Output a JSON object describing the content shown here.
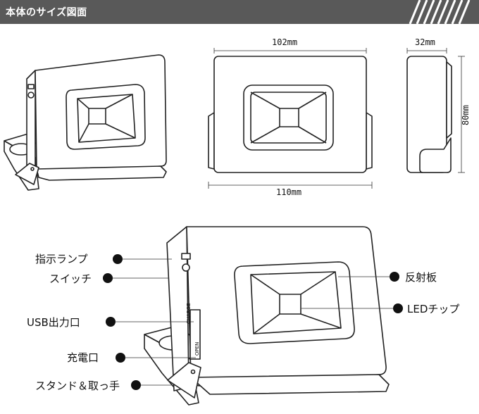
{
  "header": {
    "title": "本体のサイズ図面"
  },
  "dimensions": {
    "width_top": "102mm",
    "width_bottom": "110mm",
    "depth": "32mm",
    "height": "80mm"
  },
  "callouts": {
    "indicator_lamp": "指示ランプ",
    "switch": "スイッチ",
    "usb_port": "USB出力口",
    "charge_port": "充電口",
    "stand_handle": "スタンド＆取っ手",
    "reflector": "反射板",
    "led_chip": "LEDチップ"
  },
  "side_panel": {
    "text_1": "CHARGE",
    "text_2": "OPEN"
  },
  "colors": {
    "header_bg": "#595959",
    "line": "#222222",
    "fill": "#ffffff"
  }
}
